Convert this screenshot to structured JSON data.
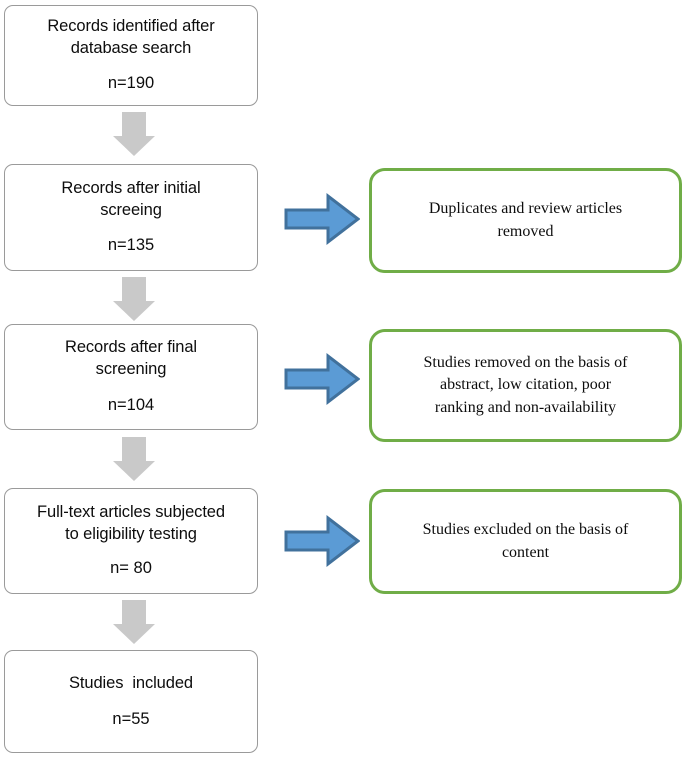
{
  "diagram": {
    "type": "prisma-flow-diagram",
    "colors": {
      "stage_border": "#9a9a9a",
      "note_border": "#70ad47",
      "down_arrow_fill": "#c9c9c9",
      "side_arrow_fill": "#5b9bd5",
      "side_arrow_stroke": "#41719c",
      "text": "#0d0d0d",
      "background": "#ffffff"
    },
    "stages": [
      {
        "id": "identified",
        "title": "Records identified after\ndatabase search",
        "count": "n=190"
      },
      {
        "id": "initial-screening",
        "title": "Records after initial\nscreeing",
        "count": "n=135"
      },
      {
        "id": "final-screening",
        "title": "Records after final\nscreening",
        "count": "n=104"
      },
      {
        "id": "eligibility",
        "title": "Full-text articles subjected\nto eligibility testing",
        "count": "n= 80"
      },
      {
        "id": "included",
        "title": "Studies  included",
        "count": "n=55"
      }
    ],
    "notes": [
      {
        "id": "duplicates-removed",
        "text": "Duplicates and review articles\nremoved"
      },
      {
        "id": "studies-removed",
        "text": "Studies removed on the basis of\nabstract, low citation, poor\nranking and non-availability"
      },
      {
        "id": "studies-excluded",
        "text": "Studies excluded on the basis of\ncontent"
      }
    ],
    "flow_arrows": [
      {
        "id": "down-arrow-1",
        "icon": "arrow-down-icon",
        "from": "identified",
        "to": "initial-screening"
      },
      {
        "id": "down-arrow-2",
        "icon": "arrow-down-icon",
        "from": "initial-screening",
        "to": "final-screening"
      },
      {
        "id": "down-arrow-3",
        "icon": "arrow-down-icon",
        "from": "final-screening",
        "to": "eligibility"
      },
      {
        "id": "down-arrow-4",
        "icon": "arrow-down-icon",
        "from": "eligibility",
        "to": "included"
      }
    ],
    "exclusion_arrows": [
      {
        "id": "right-arrow-1",
        "icon": "arrow-right-icon",
        "from": "initial-screening",
        "to": "duplicates-removed"
      },
      {
        "id": "right-arrow-2",
        "icon": "arrow-right-icon",
        "from": "final-screening",
        "to": "studies-removed"
      },
      {
        "id": "right-arrow-3",
        "icon": "arrow-right-icon",
        "from": "eligibility",
        "to": "studies-excluded"
      }
    ]
  }
}
